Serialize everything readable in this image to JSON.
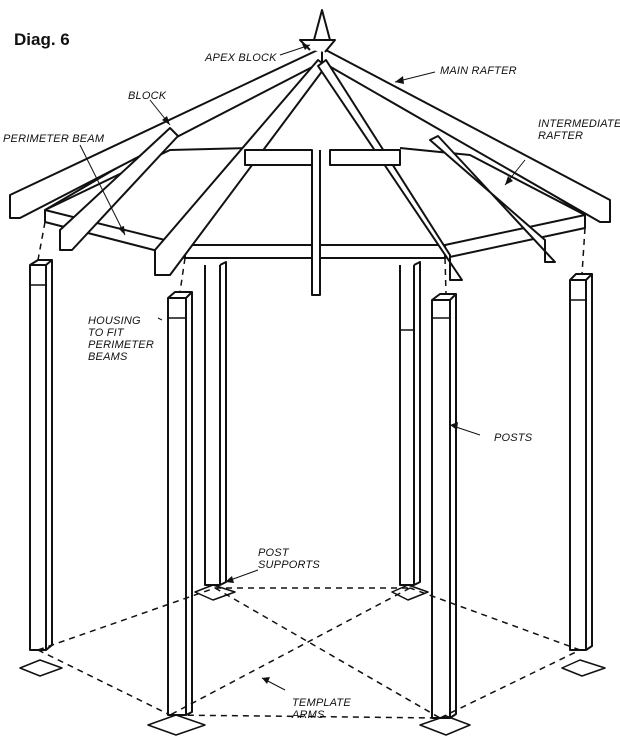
{
  "title": "Diag. 6",
  "labels": {
    "apex_block": "APEX BLOCK",
    "main_rafter": "MAIN RAFTER",
    "block": "BLOCK",
    "perimeter_beam": "PERIMETER BEAM",
    "intermediate_rafter_1": "INTERMEDIATE",
    "intermediate_rafter_2": "RAFTER",
    "housing_1": "HOUSING",
    "housing_2": "TO FIT",
    "housing_3": "PERIMETER",
    "housing_4": "BEAMS",
    "posts": "POSTS",
    "post_supports_1": "POST",
    "post_supports_2": "SUPPORTS",
    "template_arms_1": "TEMPLATE",
    "template_arms_2": "ARMS"
  }
}
